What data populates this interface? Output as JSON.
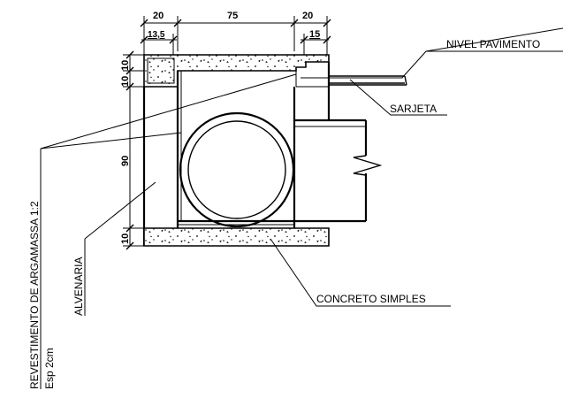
{
  "dimensions": {
    "top_left_wall": "20",
    "top_inner": "75",
    "top_right_wall": "20",
    "lid_left": "13,5",
    "lid_right": "15",
    "height_lid_a": "10",
    "height_lid_b": "10",
    "height_inner": "90",
    "height_base": "10"
  },
  "labels": {
    "nivel_pavimento": "NIVEL PAVIMENTO",
    "sarjeta": "SARJETA",
    "concreto_simples": "CONCRETO SIMPLES",
    "alvenaria": "ALVENARIA",
    "revestimento": "REVESTIMENTO DE ARGAMASSA  1:2",
    "espessura": "Esp 2cm"
  }
}
